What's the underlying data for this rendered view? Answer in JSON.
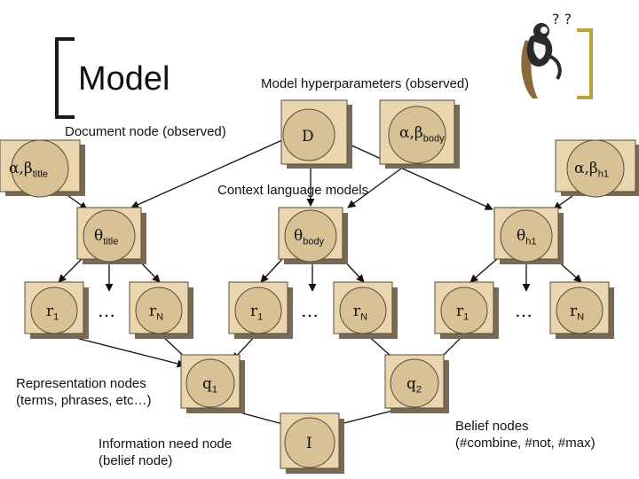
{
  "slide": {
    "title": "Model",
    "hyperparameters_label": "Model hyperparameters (observed)",
    "document_node_label": "Document node (observed)",
    "context_models_label": "Context language models",
    "representation_nodes_label_line1": "Representation nodes",
    "representation_nodes_label_line2": "(terms, phrases, etc…)",
    "info_need_label_line1": "Information need node",
    "info_need_label_line2": "(belief node)",
    "belief_nodes_label_line1": "Belief nodes",
    "belief_nodes_label_line2": "(#combine, #not,  #max)"
  },
  "nodes": {
    "D": {
      "text": "D"
    },
    "alpha_beta_body": {
      "main": "α,β",
      "sub": "body"
    },
    "alpha_beta_title": {
      "main": "α,β",
      "sub": "title"
    },
    "alpha_beta_h1": {
      "main": "α,β",
      "sub": "h1"
    },
    "theta_title": {
      "main": "θ",
      "sub": "title"
    },
    "theta_body": {
      "main": "θ",
      "sub": "body"
    },
    "theta_h1": {
      "main": "θ",
      "sub": "h1"
    },
    "r1_title": {
      "main": "r",
      "sub": "1"
    },
    "dots_title": {
      "text": "…"
    },
    "rN_title": {
      "main": "r",
      "sub": "N"
    },
    "r1_body": {
      "main": "r",
      "sub": "1"
    },
    "dots_body": {
      "text": "…"
    },
    "rN_body": {
      "main": "r",
      "sub": "N"
    },
    "r1_h1": {
      "main": "r",
      "sub": "1"
    },
    "dots_h1": {
      "text": "…"
    },
    "rN_h1": {
      "main": "r",
      "sub": "N"
    },
    "q1": {
      "main": "q",
      "sub": "1"
    },
    "q2": {
      "main": "q",
      "sub": "2"
    },
    "I": {
      "text": "I"
    }
  },
  "colors": {
    "box_fill": "#e9d6ae",
    "circle_fill": "#d8c195",
    "shadow": "#7a6a55",
    "accent_bracket": "#b5a53a"
  }
}
